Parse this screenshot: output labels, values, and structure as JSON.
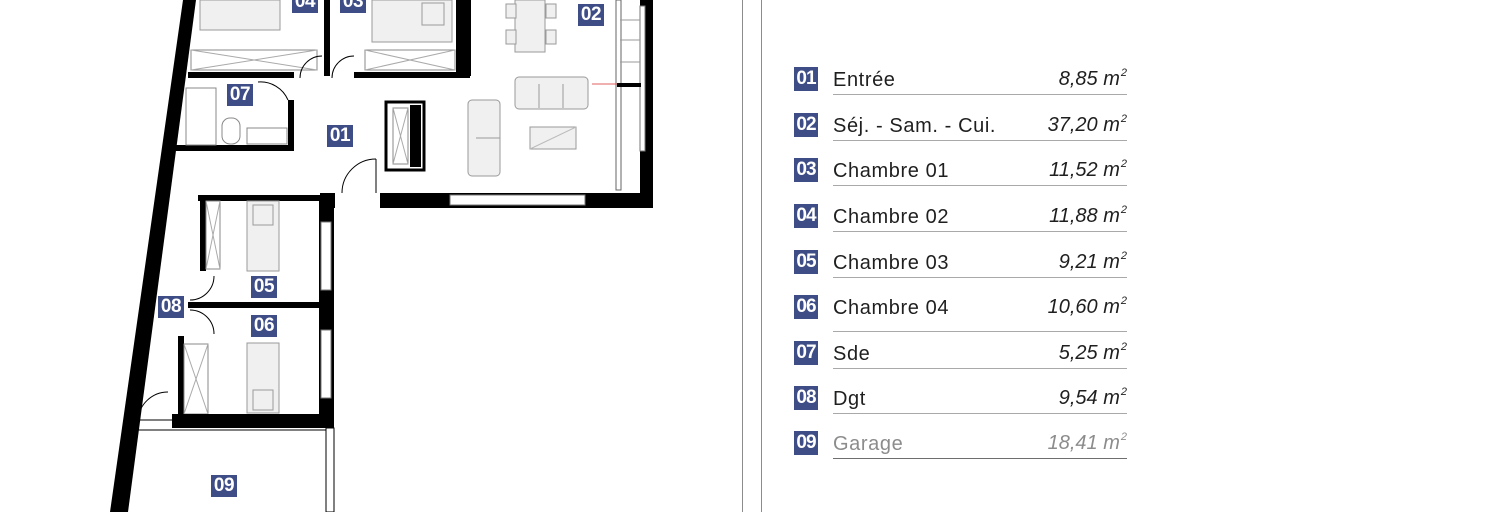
{
  "plan": {
    "room_labels": [
      {
        "id": "01"
      },
      {
        "id": "02"
      },
      {
        "id": "03"
      },
      {
        "id": "04"
      },
      {
        "id": "05"
      },
      {
        "id": "06"
      },
      {
        "id": "07"
      },
      {
        "id": "08"
      },
      {
        "id": "09"
      }
    ]
  },
  "legend": {
    "items": [
      {
        "num": "01",
        "name": "Entrée",
        "area": "8,85 m",
        "unit_exp": "2"
      },
      {
        "num": "02",
        "name": "Séj. - Sam. - Cui.",
        "area": "37,20 m",
        "unit_exp": "2"
      },
      {
        "num": "03",
        "name": "Chambre 01",
        "area": "11,52 m",
        "unit_exp": "2"
      },
      {
        "num": "04",
        "name": "Chambre 02",
        "area": "11,88 m",
        "unit_exp": "2"
      },
      {
        "num": "05",
        "name": "Chambre 03",
        "area": "9,21 m",
        "unit_exp": "2"
      },
      {
        "num": "06",
        "name": "Chambre 04",
        "area": "10,60 m",
        "unit_exp": "2"
      },
      {
        "num": "07",
        "name": "Sde",
        "area": "5,25 m",
        "unit_exp": "2"
      },
      {
        "num": "08",
        "name": "Dgt",
        "area": "9,54 m",
        "unit_exp": "2"
      },
      {
        "num": "09",
        "name": "Garage",
        "area": "18,41 m",
        "unit_exp": "2"
      }
    ]
  },
  "colors": {
    "label_bg": "#3e4d86",
    "label_text": "#ffffff",
    "wall": "#000000",
    "furniture_fill": "#f0f0f0",
    "furniture_stroke": "#9a9a9a",
    "muted_text": "#8c8c8c"
  }
}
